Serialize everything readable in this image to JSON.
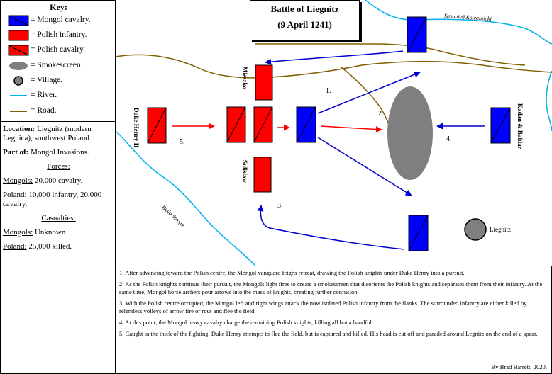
{
  "title": {
    "line1": "Battle of Liegnitz",
    "line2": "(9 April 1241)"
  },
  "key": {
    "heading": "Key:",
    "items": [
      {
        "label": "= Mongol cavalry.",
        "symbol": "mongol-cavalry-icon"
      },
      {
        "label": "= Polish infantry.",
        "symbol": "polish-infantry-icon"
      },
      {
        "label": "= Polish cavalry.",
        "symbol": "polish-cavalry-icon"
      },
      {
        "label": "= Smokescreen.",
        "symbol": "smokescreen-icon"
      },
      {
        "label": "= Village.",
        "symbol": "village-icon"
      },
      {
        "label": "= River.",
        "symbol": "river-icon"
      },
      {
        "label": "= Road.",
        "symbol": "road-icon"
      }
    ]
  },
  "info": {
    "location_label": "Location:",
    "location_text": "Liegnitz (modern Legnica), southwest Poland.",
    "partof_label": "Part of:",
    "partof_text": "Mongol Invasions.",
    "forces_heading": "Forces:",
    "forces_mongols_label": "Mongols:",
    "forces_mongols_text": "20,000 cavalry.",
    "forces_poland_label": "Poland:",
    "forces_poland_text": "10,000 infantry, 20,000 cavalry.",
    "casualties_heading": "Casualties:",
    "cas_mongols_label": "Mongols:",
    "cas_mongols_text": "Unknown.",
    "cas_poland_label": "Poland:",
    "cas_poland_text": "25,000 killed."
  },
  "map": {
    "river_top_label": "Strumień Księginicki",
    "river_bottom_label": "Biała Struga",
    "unit_mieszko": "Mieszko",
    "unit_henry": "Duke Henry II",
    "unit_sulislaw": "Sulisław",
    "unit_kadan": "Kadan & Baidar",
    "village_label": "Liegnitz",
    "step1": "1.",
    "step2": "2.",
    "step3": "3.",
    "step4": "4.",
    "step5": "5.",
    "colors": {
      "mongol": "#0000ff",
      "polish": "#ff0000",
      "river": "#00b0f0",
      "road": "#806000",
      "smoke": "#7f7f7f",
      "arrow_mongol": "#0000cc",
      "arrow_polish": "#ff0000"
    }
  },
  "notes": [
    "1. After advancing toward the Polish centre, the Mongol vanguard feigns retreat, drawing the Polish knights under Duke Henry into a pursuit.",
    "2. As the Polish knights continue their pursuit, the Mongols light fires to create a smokescreen that disorients the Polish knights and separates them from their infantry. At the same time, Mongol horse archers pour arrows into the mass of knights, creating further confusion.",
    "3. With the Polish centre occupied, the Mongol left and right wings attack the now isolated Polish infantry from the flanks. The surrounded infantry are either killed by relentless volleys of arrow fire or rout and flee the field.",
    "4. At this point, the Mongol heavy cavalry charge the remaining Polish knights, killing all but a handful.",
    "5. Caught in the thick of the fighting, Duke Henry attempts to flee the field, but is captured and killed. His head is cut off and paraded around Legnitz on the end of a spear."
  ],
  "credit": "By Brad Barrett, 2020."
}
